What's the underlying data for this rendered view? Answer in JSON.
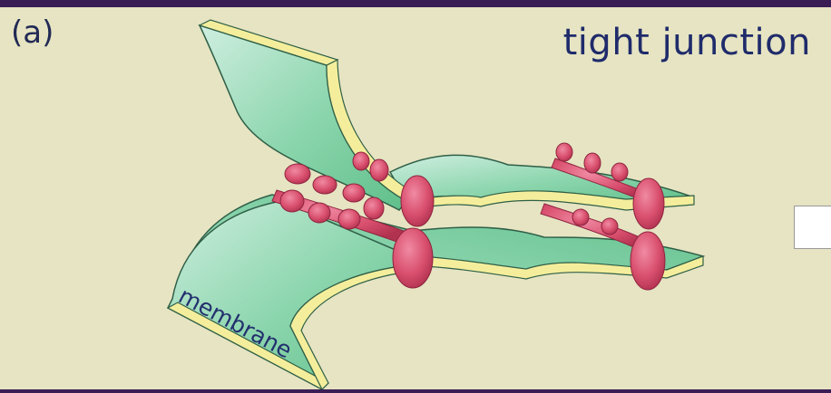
{
  "panel_label": "(a)",
  "title": "tight junction",
  "membrane_label": "membrane",
  "colors": {
    "background": "#e6e4c2",
    "border_bar": "#3b1d55",
    "membrane_face": "#7fcfa4",
    "membrane_edge": "#f4ee9c",
    "protein": "#d9506e",
    "text": "#1f2b6b"
  }
}
